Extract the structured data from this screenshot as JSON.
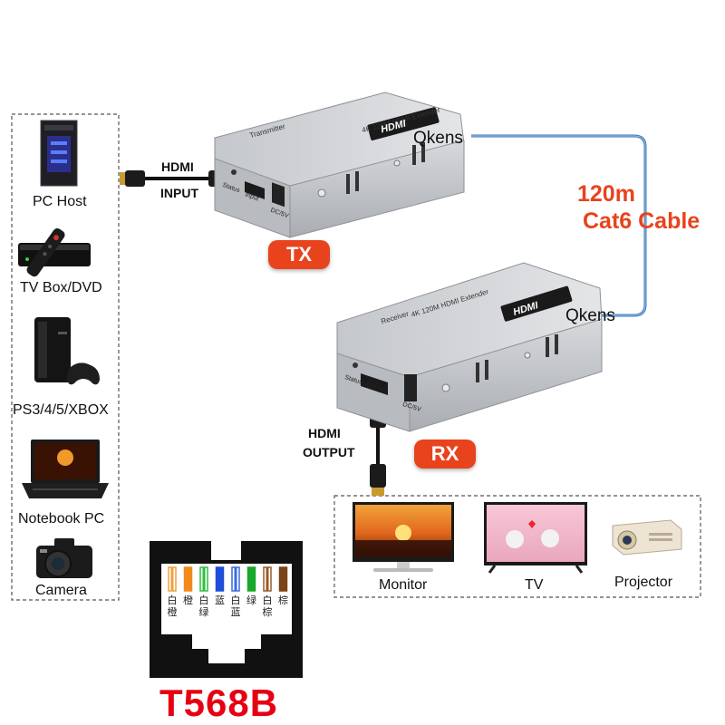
{
  "brand": "Qkens",
  "tx": {
    "badge": "TX",
    "model_text": "4K 120M HDMI Extender",
    "type_text": "Transmitter",
    "port_status": "Status",
    "port_input": "Input",
    "port_dc": "DC/5V"
  },
  "rx": {
    "badge": "RX",
    "model_text": "4K 120M HDMI Extender",
    "type_text": "Receiver",
    "port_status": "Status",
    "port_output": "Output",
    "port_dc": "DC/5V"
  },
  "hdmi_logo": "HDMI",
  "cable": {
    "line1": "120m",
    "line2": "Cat6 Cable"
  },
  "hdmi_input": {
    "line1": "HDMI",
    "line2": "INPUT"
  },
  "hdmi_output": {
    "line1": "HDMI",
    "line2": "OUTPUT"
  },
  "sources": [
    {
      "label": "PC Host",
      "icon": "pc-tower-icon"
    },
    {
      "label": "TV Box/DVD",
      "icon": "tv-box-icon"
    },
    {
      "label": "PS3/4/5/XBOX",
      "icon": "game-console-icon"
    },
    {
      "label": "Notebook PC",
      "icon": "laptop-icon"
    },
    {
      "label": "Camera",
      "icon": "camera-icon"
    }
  ],
  "displays": [
    {
      "label": "Monitor",
      "icon": "monitor-icon"
    },
    {
      "label": "TV",
      "icon": "tv-icon"
    },
    {
      "label": "Projector",
      "icon": "projector-icon"
    }
  ],
  "rj45": {
    "standard": "T568B",
    "pins": [
      {
        "top": "白",
        "bottom": "橙",
        "color": "#f0a040",
        "striped": true
      },
      {
        "top": "橙",
        "bottom": "",
        "color": "#f08a1c",
        "striped": false
      },
      {
        "top": "白",
        "bottom": "绿",
        "color": "#2fbf3f",
        "striped": true
      },
      {
        "top": "蓝",
        "bottom": "",
        "color": "#1f4fd8",
        "striped": false
      },
      {
        "top": "白",
        "bottom": "蓝",
        "color": "#3b6be0",
        "striped": true
      },
      {
        "top": "绿",
        "bottom": "",
        "color": "#1aa82a",
        "striped": false
      },
      {
        "top": "白",
        "bottom": "棕",
        "color": "#9a5a2a",
        "striped": true
      },
      {
        "top": "棕",
        "bottom": "",
        "color": "#7a4418",
        "striped": false
      }
    ]
  },
  "colors": {
    "accent": "#e8431d",
    "standard_red": "#e60012",
    "cable_blue": "#3a78b8"
  }
}
